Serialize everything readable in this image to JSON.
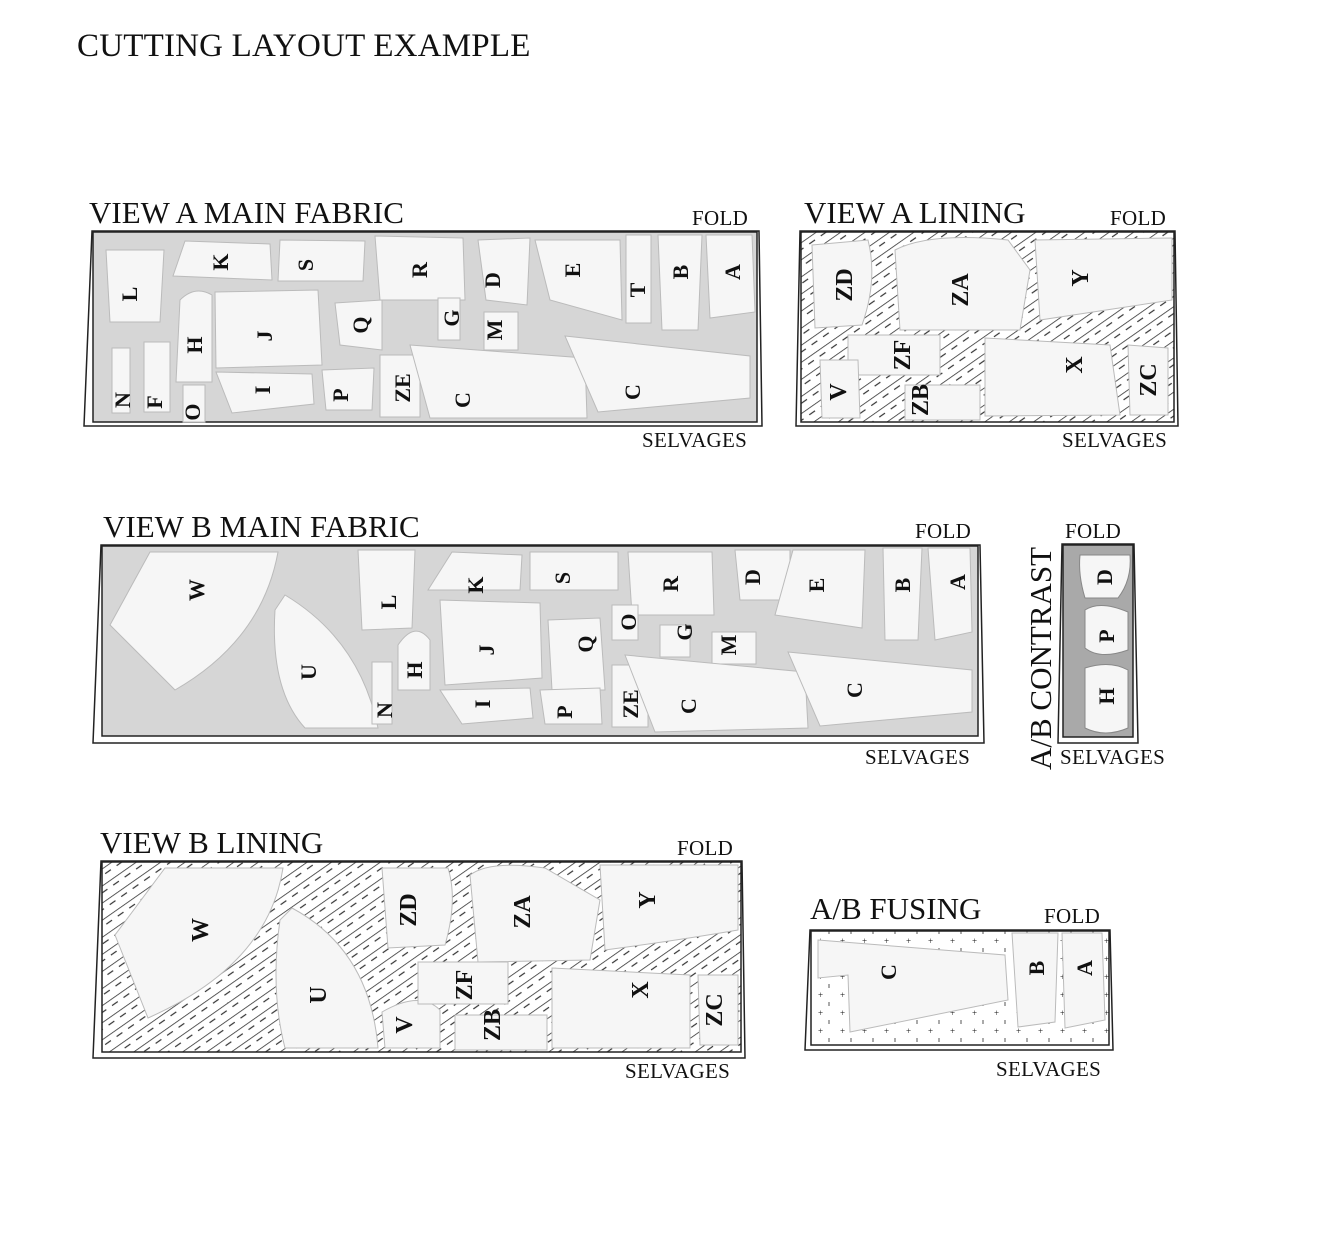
{
  "title": "CUTTING LAYOUT EXAMPLE",
  "fold_label": "FOLD",
  "selvages_label": "SELVAGES",
  "layouts": [
    {
      "id": "view-a-main",
      "title": "VIEW A MAIN FABRIC",
      "fabric": "main",
      "pieces": [
        "L",
        "K",
        "S",
        "R",
        "D",
        "E",
        "T",
        "B",
        "A",
        "H",
        "J",
        "Q",
        "G",
        "M",
        "N",
        "F",
        "O",
        "I",
        "P",
        "ZE",
        "C",
        "C"
      ]
    },
    {
      "id": "view-a-lining",
      "title": "VIEW A LINING",
      "fabric": "lining",
      "pieces": [
        "ZD",
        "ZA",
        "Y",
        "ZF",
        "V",
        "ZB",
        "X",
        "ZC"
      ]
    },
    {
      "id": "view-b-main",
      "title": "VIEW B MAIN FABRIC",
      "fabric": "main",
      "pieces": [
        "W",
        "U",
        "L",
        "K",
        "S",
        "R",
        "D",
        "E",
        "B",
        "A",
        "N",
        "H",
        "J",
        "Q",
        "O",
        "G",
        "M",
        "I",
        "P",
        "ZE",
        "C",
        "C"
      ]
    },
    {
      "id": "ab-contrast",
      "title": "A/B CONTRAST",
      "fabric": "contrast",
      "pieces": [
        "D",
        "P",
        "H"
      ]
    },
    {
      "id": "view-b-lining",
      "title": "VIEW B LINING",
      "fabric": "lining",
      "pieces": [
        "W",
        "U",
        "ZD",
        "ZA",
        "Y",
        "V",
        "ZF",
        "ZB",
        "X",
        "ZC"
      ]
    },
    {
      "id": "ab-fusing",
      "title": "A/B FUSING",
      "fabric": "fusing",
      "pieces": [
        "C",
        "B",
        "A"
      ]
    }
  ],
  "colors": {
    "main_fabric": "#d6d6d6",
    "piece_fill": "#f6f6f6",
    "contrast_fabric": "#a9a9a9",
    "outline": "#222222"
  }
}
